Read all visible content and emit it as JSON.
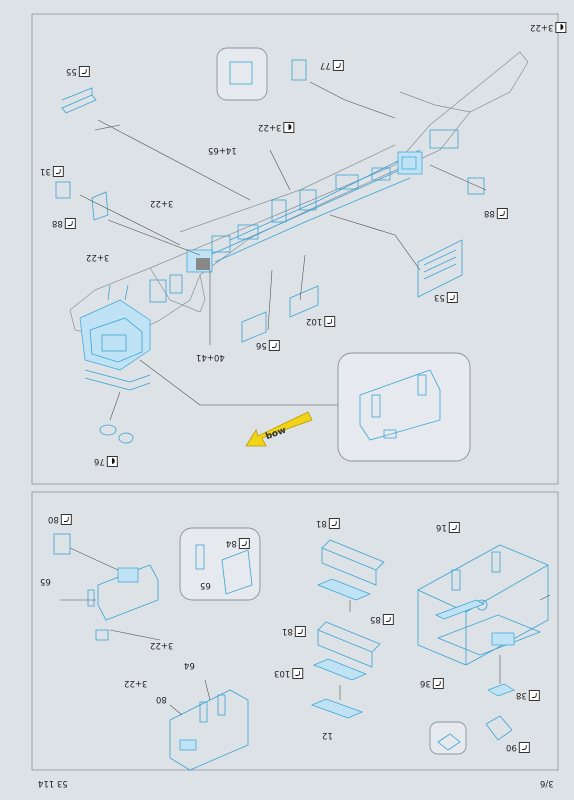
{
  "page": {
    "number": "3/6",
    "code": "53 114"
  },
  "panel_top": {
    "callouts": [
      {
        "id": "c-3-22-top",
        "text": "3+22",
        "icon": "rotate-icon"
      },
      {
        "id": "c-77",
        "text": "77",
        "icon": "bend-icon"
      },
      {
        "id": "c-55",
        "text": "55",
        "icon": "bend-icon"
      },
      {
        "id": "c-3-22-mid",
        "text": "3+22",
        "icon": "rotate-icon"
      },
      {
        "id": "c-14-65",
        "text": "14+65"
      },
      {
        "id": "c-31",
        "text": "31",
        "icon": "bend-icon"
      },
      {
        "id": "c-88-left",
        "text": "88",
        "icon": "bend-icon"
      },
      {
        "id": "c-88-right",
        "text": "88",
        "icon": "bend-icon"
      },
      {
        "id": "c-3-22-left",
        "text": "3+22"
      },
      {
        "id": "c-3-22-left2",
        "text": "3+22"
      },
      {
        "id": "c-53",
        "text": "53",
        "icon": "bend-icon"
      },
      {
        "id": "c-102",
        "text": "102",
        "icon": "bend-icon"
      },
      {
        "id": "c-56",
        "text": "56",
        "icon": "bend-icon"
      },
      {
        "id": "c-40-41",
        "text": "40+41"
      },
      {
        "id": "c-76",
        "text": "76",
        "icon": "rotate-icon"
      }
    ],
    "bow_label": "bow"
  },
  "panel_bottom": {
    "callouts": [
      {
        "id": "c-80-top",
        "text": "80",
        "icon": "bend-icon"
      },
      {
        "id": "c-84",
        "text": "84",
        "icon": "bend-icon"
      },
      {
        "id": "c-65-inset",
        "text": "65"
      },
      {
        "id": "c-65",
        "text": "65"
      },
      {
        "id": "c-3-22-b",
        "text": "3+22"
      },
      {
        "id": "c-64",
        "text": "64"
      },
      {
        "id": "c-3-22-b2",
        "text": "3+22"
      },
      {
        "id": "c-80-bottom",
        "text": "80"
      },
      {
        "id": "c-81-top",
        "text": "81",
        "icon": "bend-icon"
      },
      {
        "id": "c-85",
        "text": "85",
        "icon": "bend-icon"
      },
      {
        "id": "c-81-mid",
        "text": "81",
        "icon": "bend-icon"
      },
      {
        "id": "c-103",
        "text": "103",
        "icon": "bend-icon"
      },
      {
        "id": "c-12",
        "text": "12"
      },
      {
        "id": "c-16",
        "text": "16",
        "icon": "bend-icon"
      },
      {
        "id": "c-36",
        "text": "36",
        "icon": "bend-icon"
      },
      {
        "id": "c-38",
        "text": "38",
        "icon": "bend-icon"
      },
      {
        "id": "c-90",
        "text": "90",
        "icon": "bend-icon"
      }
    ]
  }
}
